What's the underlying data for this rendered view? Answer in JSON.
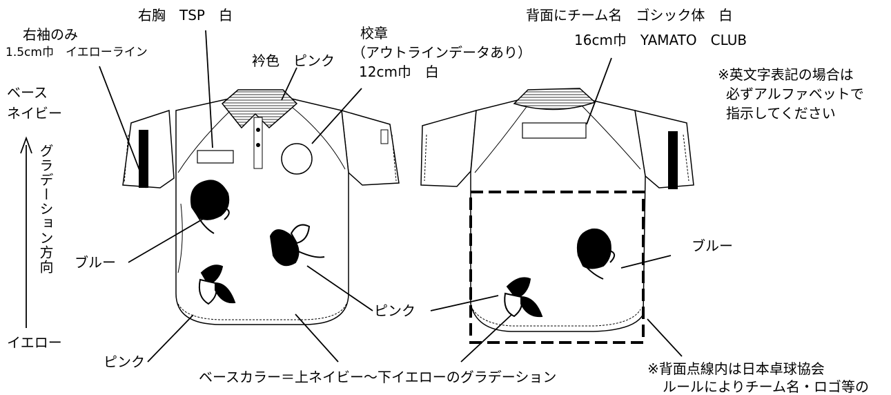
{
  "labels": {
    "right_chest": "右胸　TSP　白",
    "right_sleeve_title": "右袖のみ",
    "right_sleeve_spec": "1.5cm巾　イエローライン",
    "collar_color": "衿色　ピンク",
    "emblem_title": "校章",
    "emblem_note": "（アウトラインデータあり）",
    "emblem_spec": "12cm巾　白",
    "base_top": "ベース",
    "base_top_color": "ネイビー",
    "gradient_direction": "グラデーション方向",
    "base_bottom": "イエロー",
    "blue_front": "ブルー",
    "pink_front_left": "ピンク",
    "pink_front_center": "ピンク",
    "base_color_note": "ベースカラー＝上ネイビー～下イエローのグラデーション",
    "back_team_title": "背面にチーム名　ゴシック体　白",
    "back_team_spec": "16cm巾　YAMATO　CLUB",
    "alphabet_note_1": "※英文字表記の場合は",
    "alphabet_note_2": "必ずアルファベットで",
    "alphabet_note_3": "指示してください",
    "blue_back": "ブルー",
    "back_dotted_note_1": "※背面点線内は日本卓球協会",
    "back_dotted_note_2": "ルールによりチーム名・ロゴ等の"
  }
}
